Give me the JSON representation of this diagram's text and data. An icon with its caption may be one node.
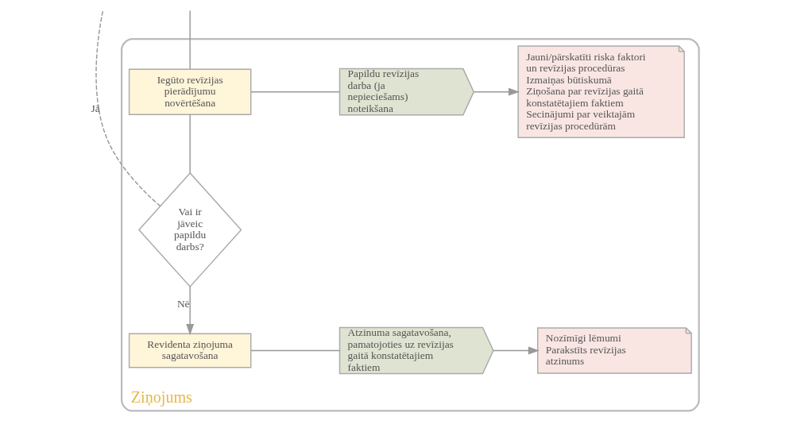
{
  "diagram": {
    "nodes": [
      {
        "text": [
          "Ziņojums"
        ]
      },
      {
        "text": [
          "Iegūto revīzijas pierādījumu novērtēšana"
        ],
        "in": 0
      },
      {
        "text": [
          "Papildu revīzijas darba (ja nepieciešams) noteikšana"
        ],
        "in": 0
      },
      {
        "text": [
          "Jauni/pārskatīti riska faktori un revīzijas procedūras",
          "Izmaiņas būtiskumā",
          "Ziņošana par revīzijas gaitā konstatētajiem faktiem",
          "Secinājumi par veiktajām revīzijas procedūrām"
        ],
        "in": 0
      },
      {
        "text": [
          "Vai ir jāveic papildu darbs?"
        ],
        "in": 0
      },
      {
        "text": [
          "Revidenta ziņojuma sagatavošana"
        ],
        "in": 0
      },
      {
        "text": [
          "Atzinuma sagatavošana, pamatojoties uz revīzijas gaitā konstatētajiem faktiem"
        ],
        "in": 0
      },
      {
        "text": [
          "Nozīmīgi lēmumi",
          "Parakstīts revīzijas atzinums"
        ],
        "in": 0
      }
    ],
    "edges": [
      {
        "from": null,
        "to": 1,
        "arrow": "none"
      },
      {
        "from": 1,
        "to": 2,
        "arrow": "none"
      },
      {
        "from": 2,
        "to": 3,
        "arrow": "to"
      },
      {
        "from": 1,
        "to": 4,
        "arrow": "none"
      },
      {
        "from": 4,
        "to": null,
        "arrow": "none",
        "label": "Jā",
        "style": "dashed"
      },
      {
        "from": 4,
        "to": 5,
        "arrow": "to",
        "label": "Nē"
      },
      {
        "from": 5,
        "to": 6,
        "arrow": "none"
      },
      {
        "from": 6,
        "to": 7,
        "arrow": "to"
      }
    ]
  }
}
